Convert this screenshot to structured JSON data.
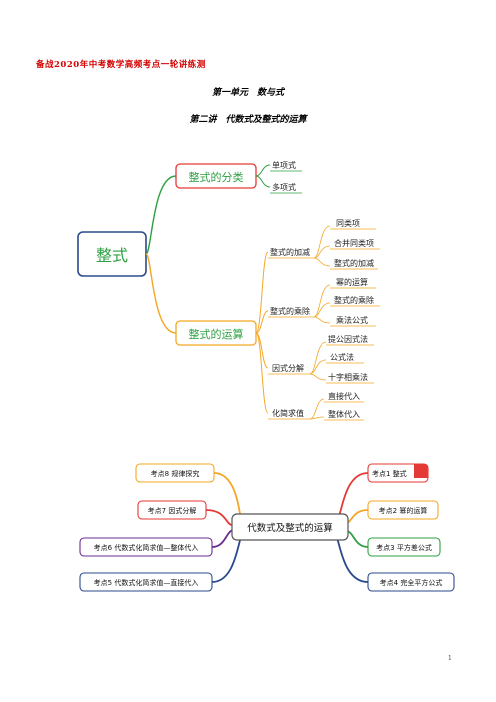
{
  "header": {
    "year_prefix": "备战",
    "year": "2020",
    "year_suffix": "年中考数学高频考点一轮讲练测",
    "title_unit": "第一单元　数与式",
    "title_lecture": "第二讲　代数式及整式的运算"
  },
  "colors": {
    "green": "#2ea043",
    "orange": "#f5a623",
    "blue": "#2b4a8b",
    "red": "#e53935",
    "purple": "#6a2c91"
  },
  "mindmap1": {
    "root": "整式",
    "classification": {
      "label": "整式的分类",
      "items": [
        "单项式",
        "多项式"
      ]
    },
    "operations": {
      "label": "整式的运算",
      "groups": [
        {
          "label": "整式的加减",
          "items": [
            "同类项",
            "合并同类项",
            "整式的加减"
          ]
        },
        {
          "label": "整式的乘除",
          "items": [
            "幂的运算",
            "整式的乘除",
            "乘法公式"
          ]
        },
        {
          "label": "因式分解",
          "items": [
            "提公因式法",
            "公式法",
            "十字相乘法"
          ]
        },
        {
          "label": "化简求值",
          "items": [
            "直接代入",
            "整体代入"
          ]
        }
      ]
    }
  },
  "mindmap2": {
    "center": "代数式及整式的运算",
    "left": [
      {
        "label": "考点8  规律探究"
      },
      {
        "label": "考点7  因式分解"
      },
      {
        "label": "考点6  代数式化简求值—整体代入"
      },
      {
        "label": "考点5  代数式化简求值—直接代入"
      }
    ],
    "right": [
      {
        "label": "考点1  整式"
      },
      {
        "label": "考点2  幂的运算"
      },
      {
        "label": "考点3  平方差公式"
      },
      {
        "label": "考点4  完全平方公式"
      }
    ]
  },
  "footer": {
    "page_number": "1"
  }
}
